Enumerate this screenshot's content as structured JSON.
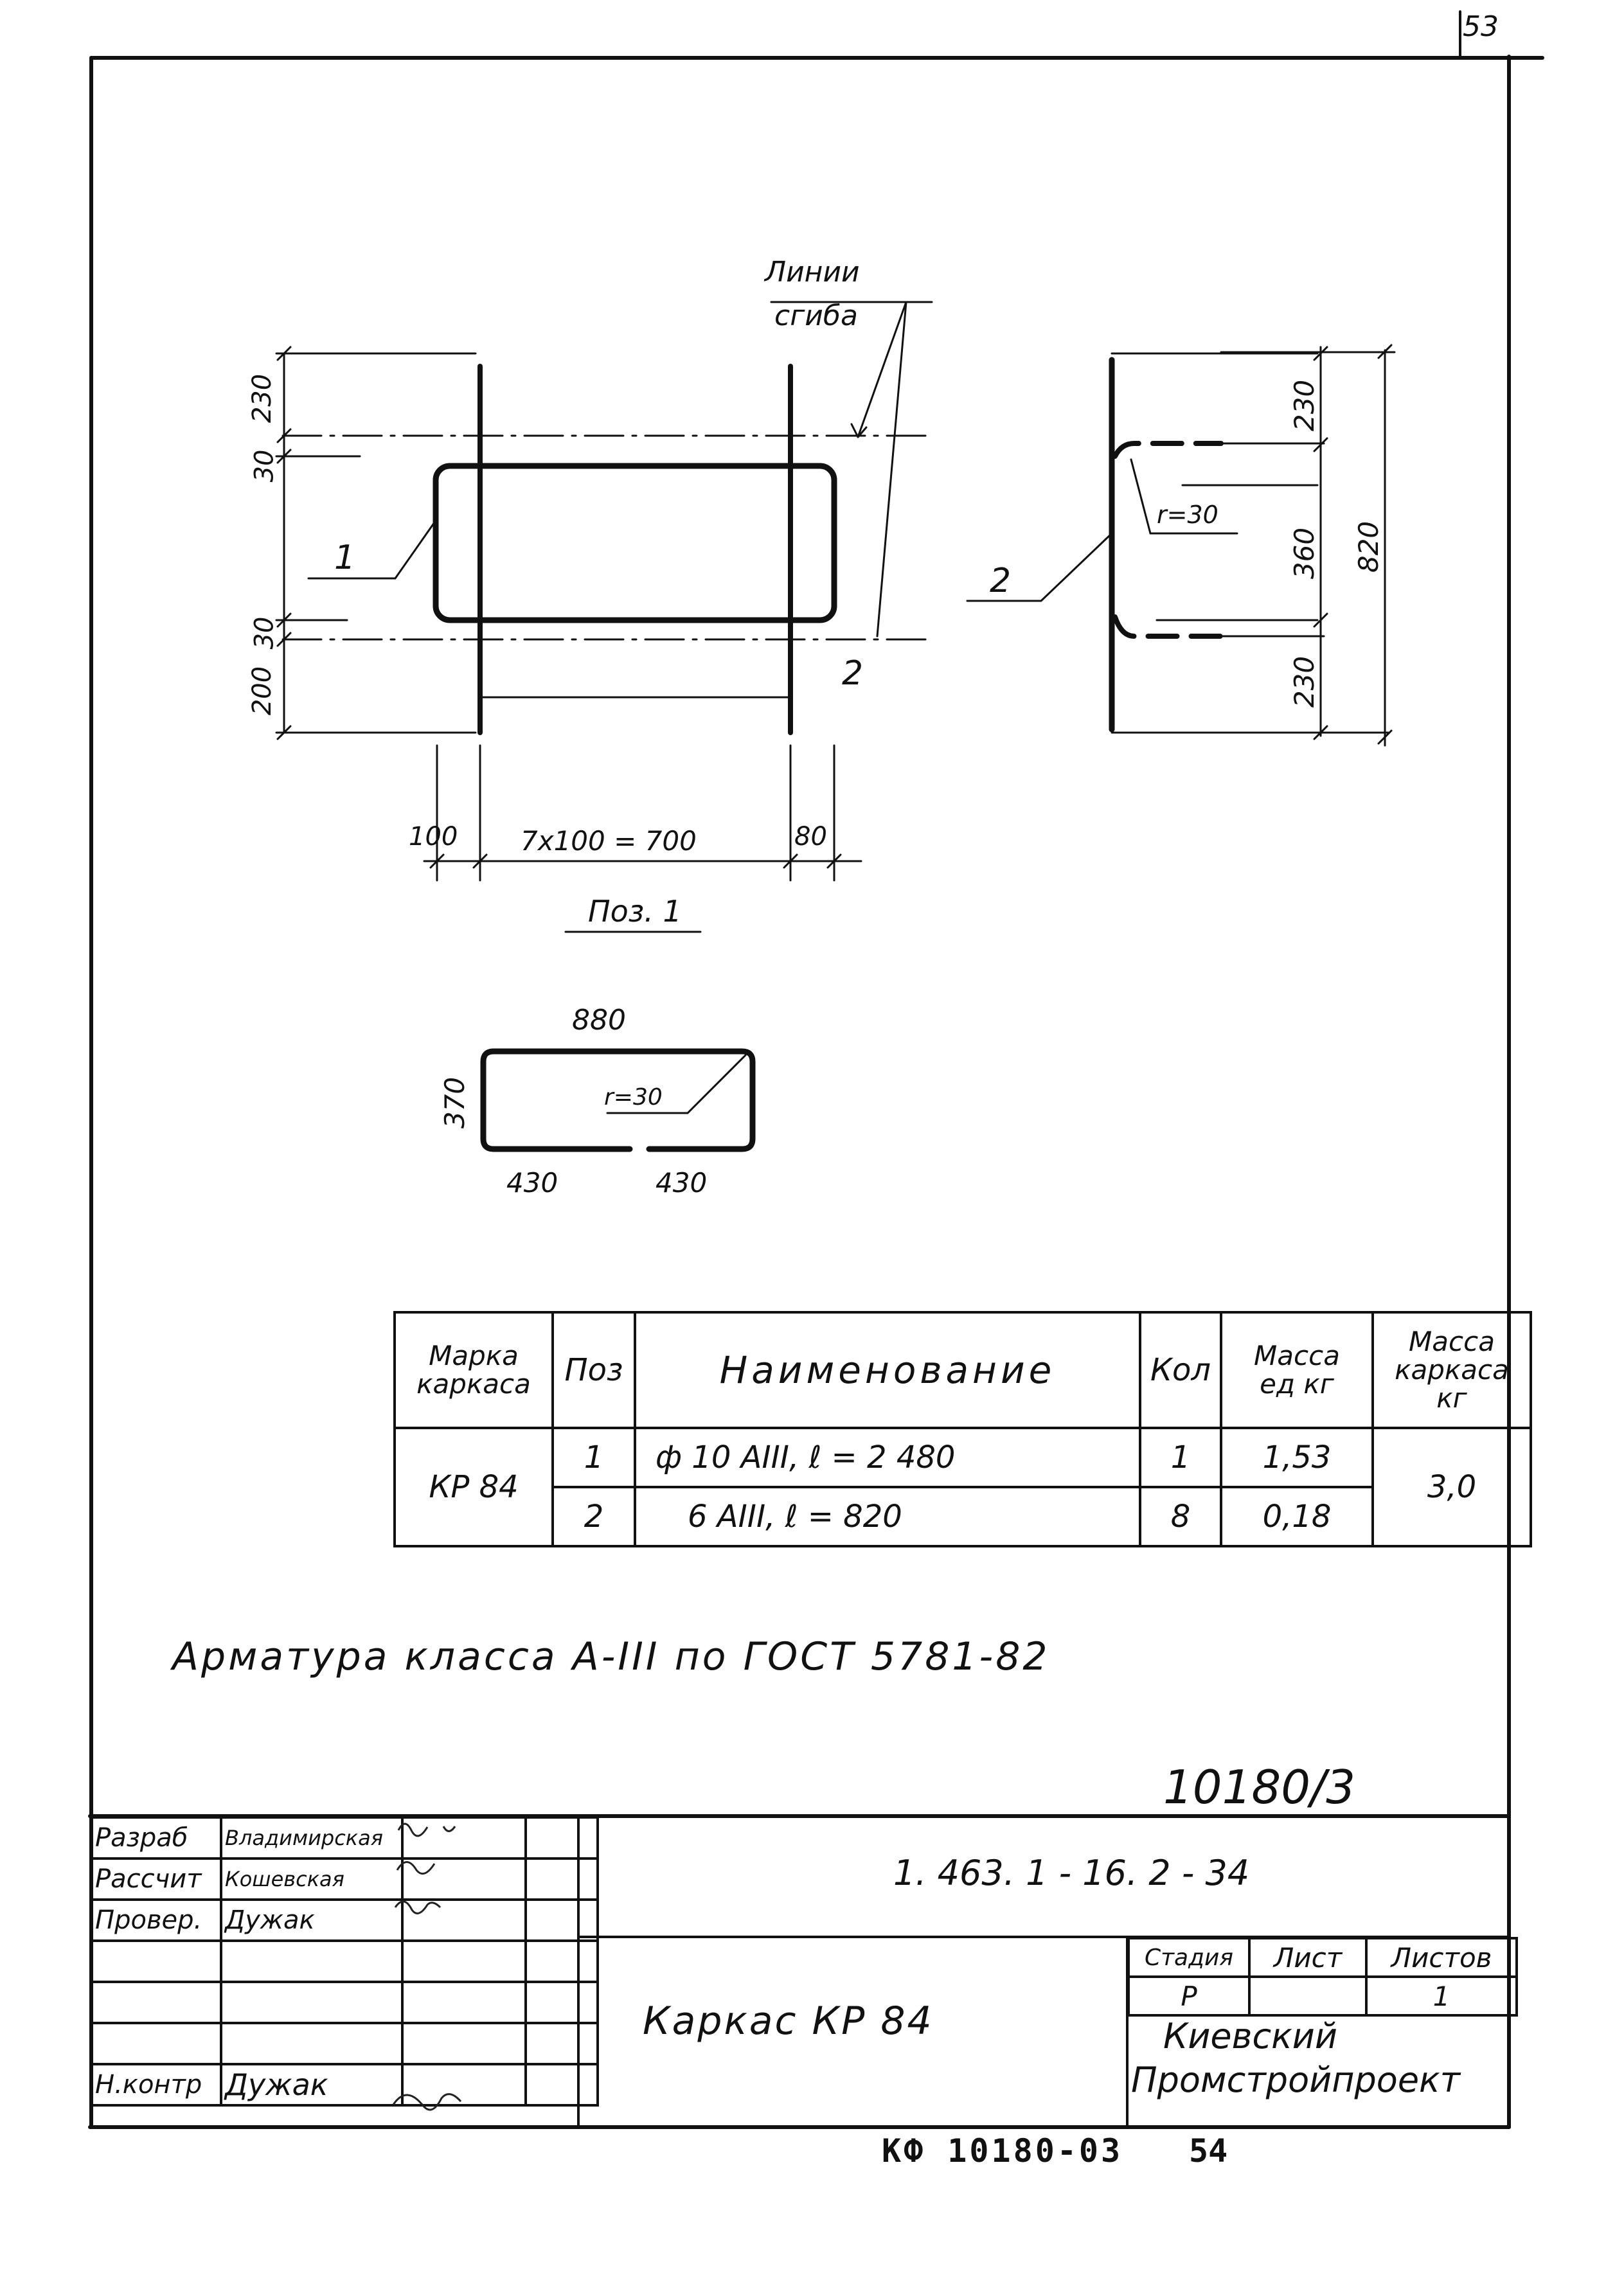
{
  "page_number_top": "53",
  "drawing": {
    "bend_lines_label_1": "Линии",
    "bend_lines_label_2": "сгиба",
    "pos1": {
      "dims_left": [
        "230",
        "30",
        "30",
        "200"
      ],
      "leader_1": "1",
      "leader_2": "2",
      "dim_bottom_left": "100",
      "dim_bottom_mid": "7x100 = 700",
      "dim_bottom_right": "80",
      "caption": "Поз. 1"
    },
    "pos2": {
      "leader": "2",
      "radius": "r=30",
      "dims": [
        "230",
        "360",
        "230"
      ],
      "total": "820"
    },
    "bent_bar": {
      "top": "880",
      "left": "370",
      "radius": "r=30",
      "bottom_left": "430",
      "bottom_right": "430"
    }
  },
  "spec_table": {
    "headers": {
      "mark": [
        "Марка",
        "каркаса"
      ],
      "pos": "Поз",
      "name": "Наименование",
      "qty": "Кол",
      "mass_unit": [
        "Масса",
        "ед кг"
      ],
      "mass_frame": [
        "Масса",
        "каркаса",
        "кг"
      ]
    },
    "mark": "КР 84",
    "total_mass": "3,0",
    "rows": [
      {
        "pos": "1",
        "name": "ф 10 AIII, ℓ = 2 480",
        "qty": "1",
        "mass": "1,53"
      },
      {
        "pos": "2",
        "name": "6 AIII, ℓ = 820",
        "qty": "8",
        "mass": "0,18"
      }
    ]
  },
  "note": "Арматура класса А-III по ГОСТ 5781-82",
  "doc_number_upper": "10180/3",
  "title_block": {
    "roles": [
      "Разраб",
      "Рассчит",
      "Провер.",
      "",
      "",
      "",
      "Н.контр"
    ],
    "names": [
      "Владимирская",
      "Кошевская",
      "Дужак",
      "",
      "",
      "",
      "Дужак"
    ],
    "designation": "1. 463. 1 - 16. 2 - 34",
    "title": "Каркас КР 84",
    "stage_label": "Стадия",
    "sheet_label": "Лист",
    "sheets_label": "Листов",
    "stage": "Р",
    "sheet": "",
    "sheets": "1",
    "org_1": "Киевский",
    "org_2": "Промстройпроект"
  },
  "archive_number": "КФ 10180-03",
  "archive_page": "54"
}
